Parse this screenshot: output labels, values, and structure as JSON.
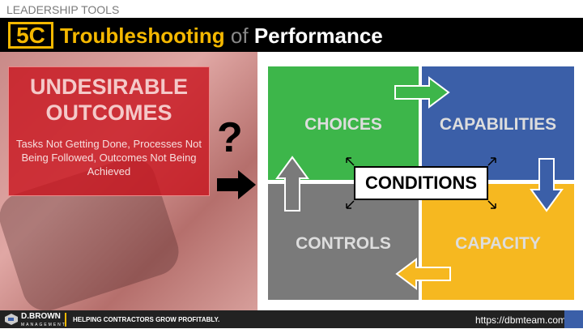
{
  "header": {
    "section": "LEADERSHIP TOOLS",
    "logo": "5C",
    "title_part1": "Troubleshooting",
    "title_part2": "of",
    "title_part3": "Performance"
  },
  "left": {
    "heading": "UNDESIRABLE OUTCOMES",
    "description": "Tasks Not Getting Done, Processes Not Being Followed, Outcomes Not Being Achieved",
    "question": "?"
  },
  "diagram": {
    "quadrants": [
      {
        "label": "CHOICES",
        "color": "#3db64a"
      },
      {
        "label": "CAPABILITIES",
        "color": "#3b5fa8"
      },
      {
        "label": "CONTROLS",
        "color": "#7a7a7a"
      },
      {
        "label": "CAPACITY",
        "color": "#f6b820"
      }
    ],
    "center": "CONDITIONS"
  },
  "footer": {
    "brand": "D.BROWN",
    "brand_sub": "MANAGEMENT",
    "tagline": "HELPING CONTRACTORS GROW PROFITABLY.",
    "url": "https://dbmteam.com"
  },
  "colors": {
    "accent": "#f5b800"
  }
}
